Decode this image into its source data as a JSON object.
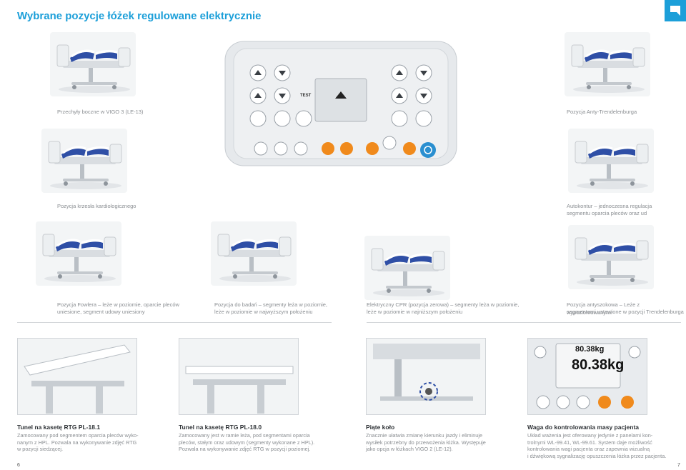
{
  "page": {
    "title": "Wybrane pozycje łóżek regulowane elektrycznie",
    "page_left": "6",
    "page_right": "7"
  },
  "captions": {
    "side_tilt": "Przechyły boczne w VIGO 3 (LE-13)",
    "anti_trend": "Pozycja Anty-Trendelenburga",
    "cardio": "Pozycja krzesła kardiologicznego",
    "autocontour": [
      "Autokontur – jednoczesna regulacja",
      "segmentu oparcia pleców oraz ud"
    ],
    "fowler": [
      "Pozycja Fowlera – leże w poziomie, oparcie pleców",
      "uniesione, segment udowy uniesiony"
    ],
    "exam": [
      "Pozycja do badań – segmenty leża w poziomie,",
      "leże w poziomie w najwyższym położeniu"
    ],
    "cpr": [
      "Elektryczny CPR (pozycja zerowa) – segmenty leża w poziomie,",
      "leże w poziomie w najniższym położeniu"
    ],
    "antishock": [
      "Pozycja antyszokowa – Leże z wypoziomowanymi",
      "segmentami ustawione w pozycji Trendelenburga"
    ]
  },
  "features": [
    {
      "title": "Tunel na kasetę RTG PL-18.1",
      "lines": [
        "Zamocowany pod segmentem oparcia pleców wyko-",
        "nanym z HPL. Pozwala na wykonywanie zdjęć RTG",
        "w pozycji siedzącej."
      ]
    },
    {
      "title": "Tunel na kasetę RTG PL-18.0",
      "lines": [
        "Zamocowany jest w ramie leża, pod segmentami oparcia",
        "pleców, stałym oraz udowym (segmenty wykonane z HPL).",
        "Pozwala na wykonywanie zdjęć RTG w pozycji poziomej."
      ]
    },
    {
      "title": "Piąte koło",
      "lines": [
        "Znacznie ułatwia zmianę kierunku jazdy i eliminuje",
        "wysiłek potrzebny do przewożenia łóżka. Występuje",
        "jako opcja w łóżkach VIGO 2 (LE-12)."
      ]
    },
    {
      "title": "Waga do kontrolowania masy pacjenta",
      "lines": [
        "Układ ważenia jest oferowany jedynie z panelami kon-",
        "trolnymi WL-99.41, WL-99.61. System daje możliwość",
        "kontrolowania wagi pacjenta oraz zapewnia wizualną",
        "i dźwiękową sygnalizację opuszczenia łóżka przez pacjenta."
      ]
    }
  ],
  "panel": {
    "test_label": "TEST",
    "weight_small": "80.38kg",
    "weight_large": "80.38kg"
  },
  "colors": {
    "accent": "#1c9fd9",
    "bed_blue": "#2f4fa6",
    "button_orange": "#f08a1c",
    "power_blue": "#2a8fd0"
  }
}
